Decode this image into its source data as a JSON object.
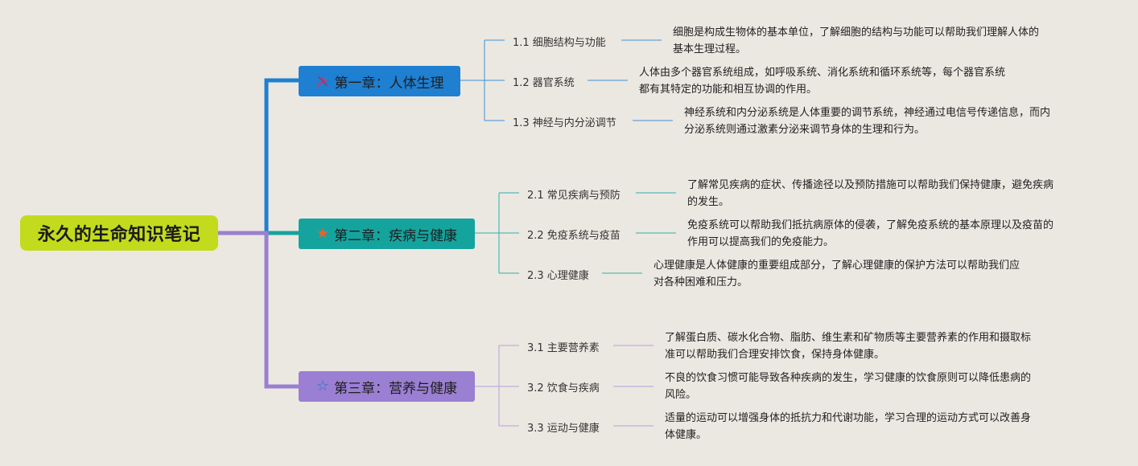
{
  "root": {
    "label": "永久的生命知识笔记"
  },
  "chapters": [
    {
      "title": "第一章：人体生理",
      "icon": "tools-icon",
      "color": "#1f7fd1",
      "topics": [
        {
          "label": "1.1 细胞结构与功能",
          "desc_lines": [
            "细胞是构成生物体的基本单位，了解细胞的结构与功能可以帮助我们理解人体的",
            "基本生理过程。"
          ]
        },
        {
          "label": "1.2 器官系统",
          "desc_lines": [
            "人体由多个器官系统组成，如呼吸系统、消化系统和循环系统等，每个器官系统",
            "都有其特定的功能和相互协调的作用。"
          ]
        },
        {
          "label": "1.3 神经与内分泌调节",
          "desc_lines": [
            "神经系统和内分泌系统是人体重要的调节系统，神经通过电信号传递信息，而内",
            "分泌系统则通过激素分泌来调节身体的生理和行为。"
          ]
        }
      ]
    },
    {
      "title": "第二章：疾病与健康",
      "icon": "star-filled-icon",
      "color": "#15a39e",
      "topics": [
        {
          "label": "2.1 常见疾病与预防",
          "desc_lines": [
            "了解常见疾病的症状、传播途径以及预防措施可以帮助我们保持健康，避免疾病",
            "的发生。"
          ]
        },
        {
          "label": "2.2 免疫系统与疫苗",
          "desc_lines": [
            "免疫系统可以帮助我们抵抗病原体的侵袭，了解免疫系统的基本原理以及疫苗的",
            "作用可以提高我们的免疫能力。"
          ]
        },
        {
          "label": "2.3 心理健康",
          "desc_lines": [
            "心理健康是人体健康的重要组成部分，了解心理健康的保护方法可以帮助我们应",
            "对各种困难和压力。"
          ]
        }
      ]
    },
    {
      "title": "第三章：营养与健康",
      "icon": "star-outline-icon",
      "color": "#9a7fd2",
      "topics": [
        {
          "label": "3.1 主要营养素",
          "desc_lines": [
            "了解蛋白质、碳水化合物、脂肪、维生素和矿物质等主要营养素的作用和摄取标",
            "准可以帮助我们合理安排饮食，保持身体健康。"
          ]
        },
        {
          "label": "3.2 饮食与疾病",
          "desc_lines": [
            "不良的饮食习惯可能导致各种疾病的发生，学习健康的饮食原则可以降低患病的",
            "风险。"
          ]
        },
        {
          "label": "3.3 运动与健康",
          "desc_lines": [
            "适量的运动可以增强身体的抵抗力和代谢功能，学习合理的运动方式可以改善身",
            "体健康。"
          ]
        }
      ]
    }
  ]
}
